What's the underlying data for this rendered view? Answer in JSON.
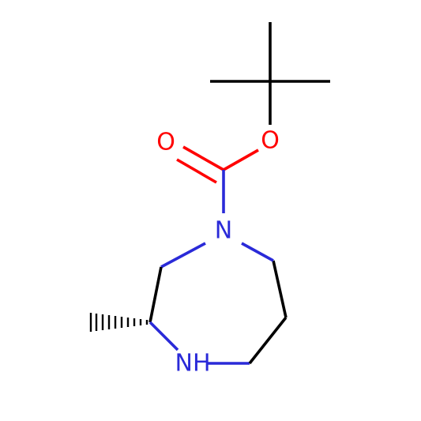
{
  "structure": {
    "atoms": {
      "carbonyl_o": {
        "symbol": "O"
      },
      "ester_o": {
        "symbol": "O"
      },
      "ring_n1": {
        "symbol": "N"
      },
      "ring_nh": {
        "symbol": "NH"
      }
    },
    "colors": {
      "carbon": "#000000",
      "nitrogen": "#2a2ad8",
      "oxygen": "#ff0000"
    }
  }
}
